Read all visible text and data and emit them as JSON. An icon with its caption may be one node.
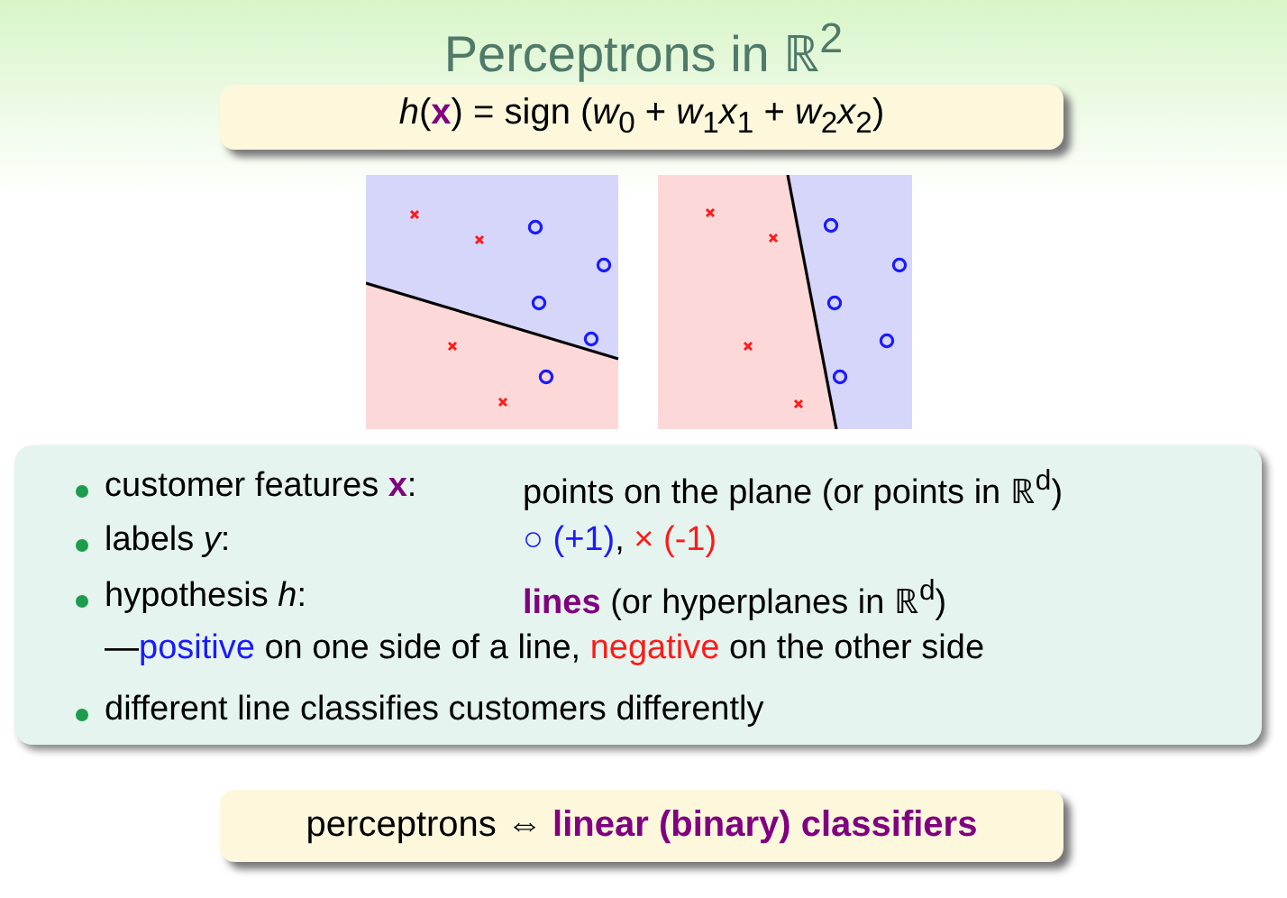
{
  "diagram": {
    "title": "Perceptrons in ℝ$^{2}$",
    "nodes": [
      {
        "text": [
          "*h*(**x**) = sign (*w*$_{0}$ + *w*$_{1}$*x*$_{1}$ + *w*$_{2}$*x*$_{2}$)"
        ]
      },
      {
        "text": [
          "customer features **x**:",
          "points on the plane (or points in ℝ$^{d}$)",
          "labels *y*:",
          "○ (+1)",
          ",",
          "× (-1)",
          "hypothesis *h*:",
          "**lines** (or hyperplanes in ℝ$^{d}$)",
          "—",
          "positive",
          "on one side of a line,",
          "negative",
          "on the other side",
          "different line classifies customers differently"
        ]
      },
      {
        "text": [
          "perceptrons ⇔ **linear (binary) classifiers**"
        ]
      }
    ]
  }
}
